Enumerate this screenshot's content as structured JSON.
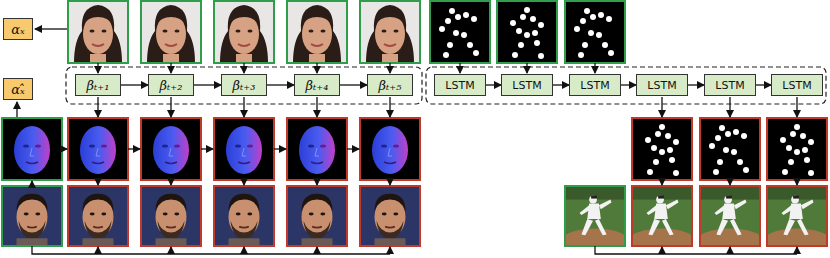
{
  "diagram": {
    "nodes": [
      {
        "text": [
          "αₓ"
        ]
      },
      {
        "text": [
          "αₓ̂"
        ]
      },
      {
        "text": [
          "βₜ₊₁"
        ]
      },
      {
        "text": [
          "βₜ₊₂"
        ]
      },
      {
        "text": [
          "βₜ₊₃"
        ]
      },
      {
        "text": [
          "βₜ₊₄"
        ]
      },
      {
        "text": [
          "βₜ₊₅"
        ]
      },
      {
        "text": [
          "LSTM"
        ]
      },
      {
        "text": [
          "LSTM"
        ]
      },
      {
        "text": [
          "LSTM"
        ]
      },
      {
        "text": [
          "LSTM"
        ]
      },
      {
        "text": [
          "LSTM"
        ]
      },
      {
        "text": [
          "LSTM"
        ]
      }
    ],
    "edges": [
      {
        "from": 2,
        "to": 3,
        "arrow": "to"
      },
      {
        "from": 3,
        "to": 4,
        "arrow": "to"
      },
      {
        "from": 4,
        "to": 5,
        "arrow": "to"
      },
      {
        "from": 5,
        "to": 6,
        "arrow": "to"
      },
      {
        "from": 7,
        "to": 8,
        "arrow": "to"
      },
      {
        "from": 8,
        "to": 9,
        "arrow": "to"
      },
      {
        "from": 9,
        "to": 10,
        "arrow": "to"
      },
      {
        "from": 10,
        "to": 11,
        "arrow": "to"
      },
      {
        "from": 11,
        "to": 12,
        "arrow": "to"
      }
    ]
  }
}
